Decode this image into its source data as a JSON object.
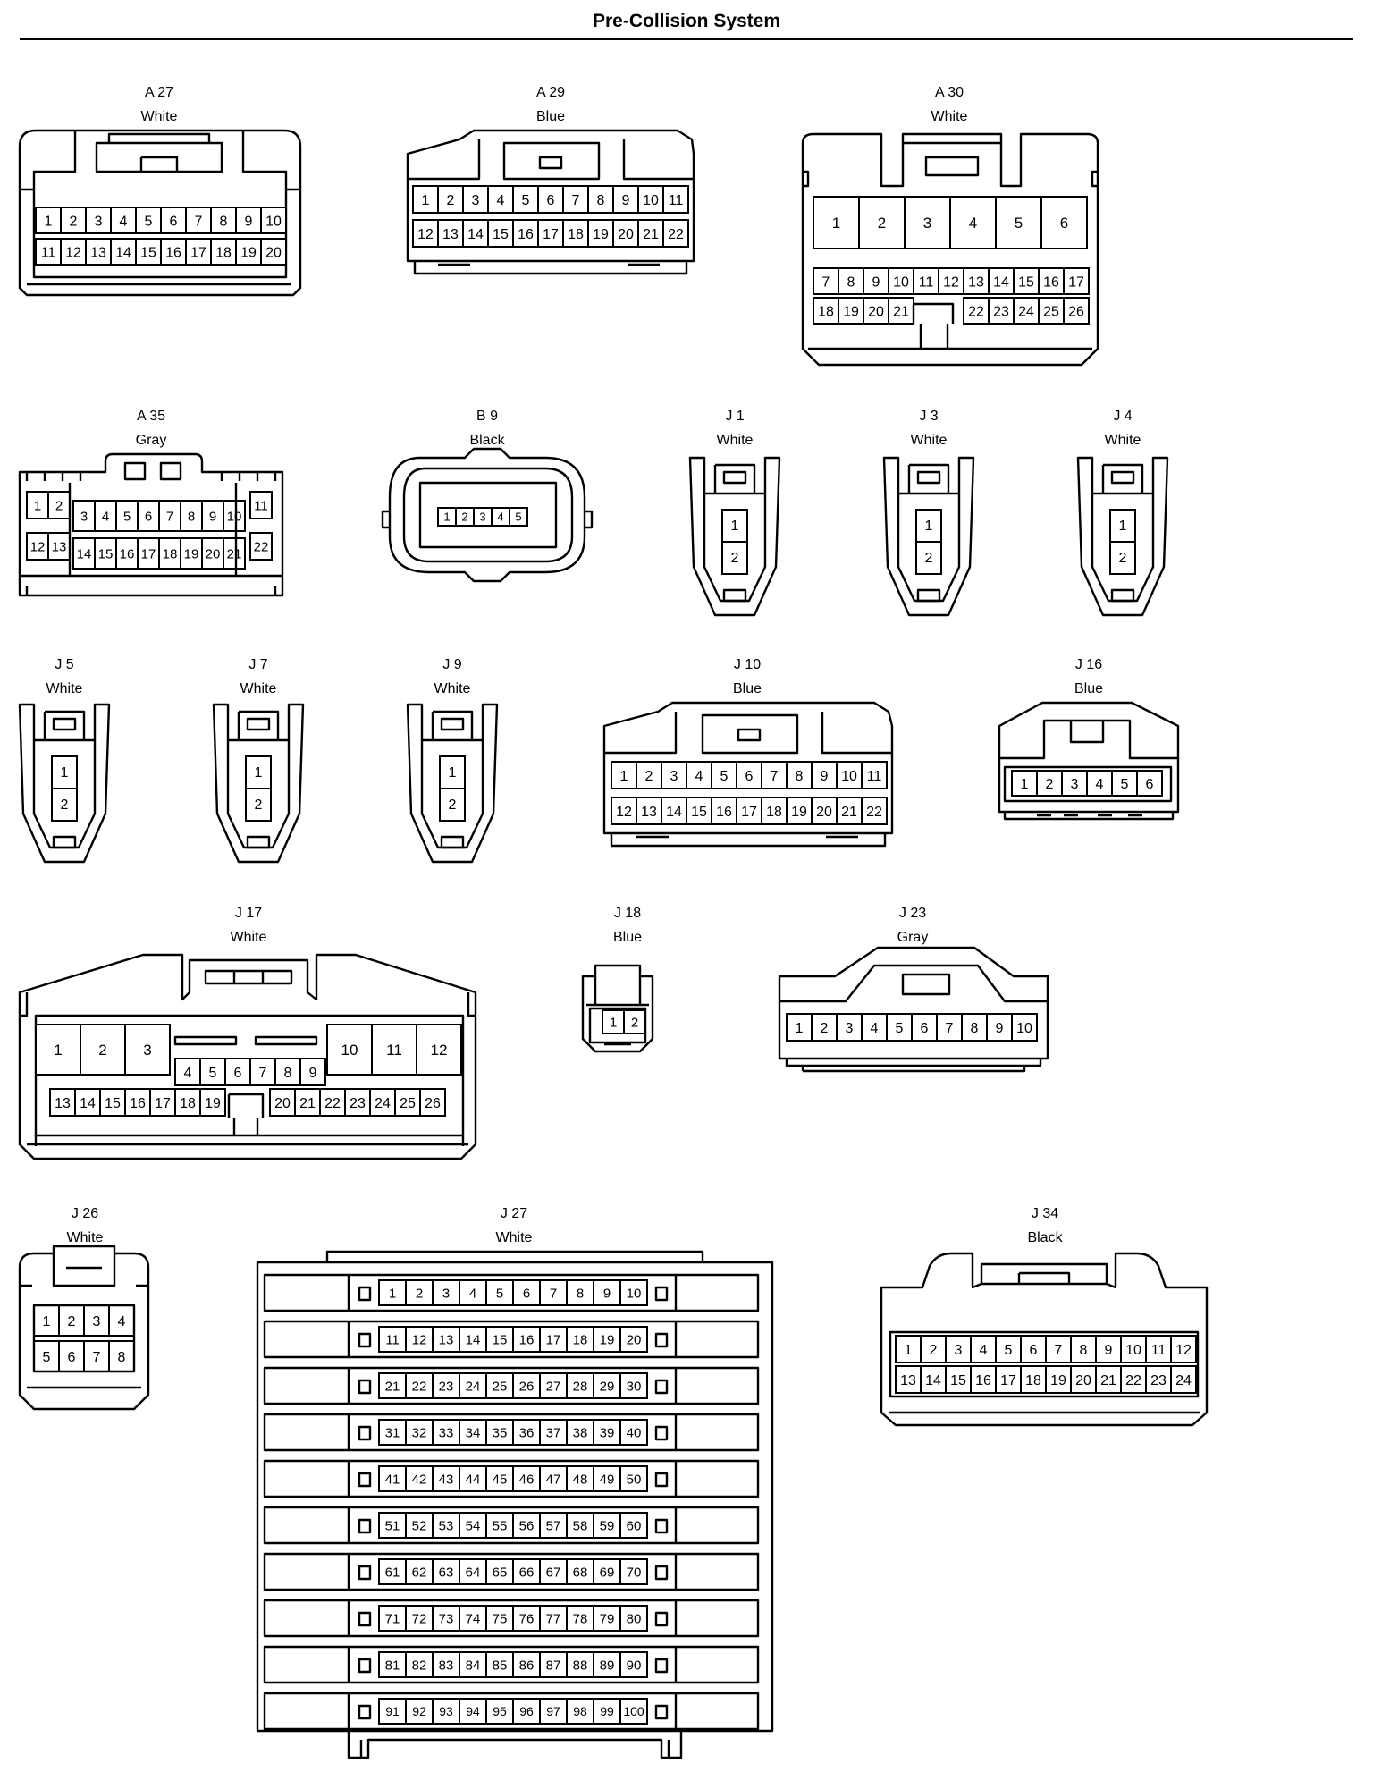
{
  "title": "Pre-Collision System",
  "connectors": [
    {
      "id": "A 27",
      "color": "White"
    },
    {
      "id": "A 29",
      "color": "Blue"
    },
    {
      "id": "A 30",
      "color": "White"
    },
    {
      "id": "A 35",
      "color": "Gray"
    },
    {
      "id": "B 9",
      "color": "Black"
    },
    {
      "id": "J 1",
      "color": "White"
    },
    {
      "id": "J 3",
      "color": "White"
    },
    {
      "id": "J 4",
      "color": "White"
    },
    {
      "id": "J 5",
      "color": "White"
    },
    {
      "id": "J 7",
      "color": "White"
    },
    {
      "id": "J 9",
      "color": "White"
    },
    {
      "id": "J 10",
      "color": "Blue"
    },
    {
      "id": "J 16",
      "color": "Blue"
    },
    {
      "id": "J 17",
      "color": "White"
    },
    {
      "id": "J 18",
      "color": "Blue"
    },
    {
      "id": "J 23",
      "color": "Gray"
    },
    {
      "id": "J 26",
      "color": "White"
    },
    {
      "id": "J 27",
      "color": "White"
    },
    {
      "id": "J 34",
      "color": "Black"
    }
  ]
}
